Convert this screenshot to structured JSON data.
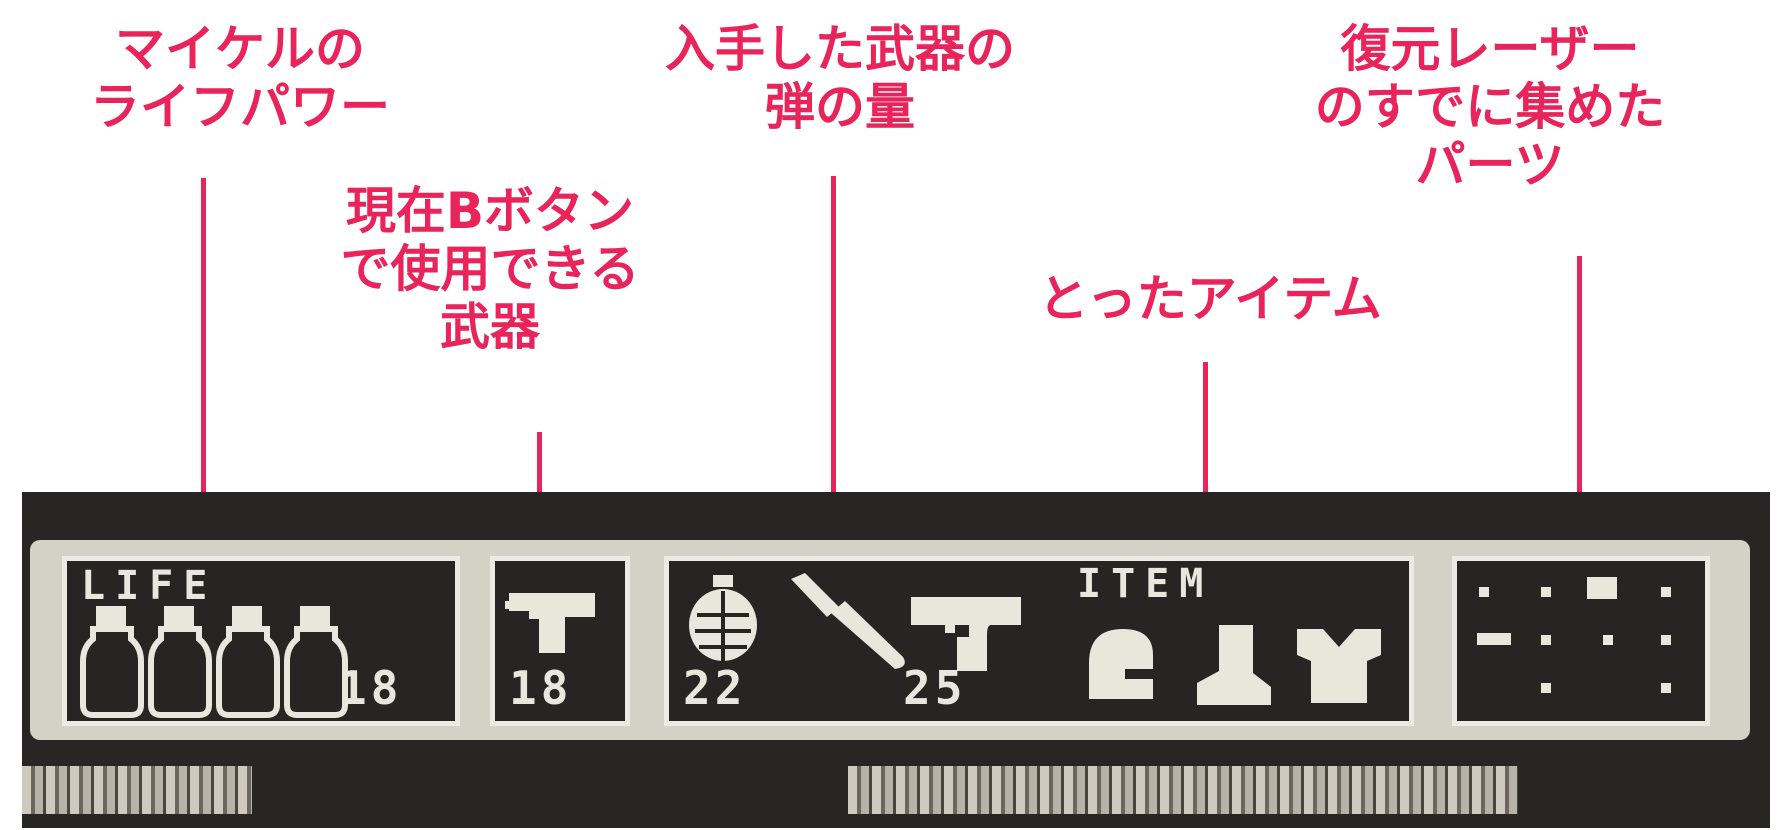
{
  "annotations": {
    "life_power": [
      "マイケルの",
      "ライフパワー"
    ],
    "b_weapon": [
      "現在Bボタン",
      "で使用できる",
      "武器"
    ],
    "ammo": [
      "入手した武器の",
      "弾の量"
    ],
    "items": [
      "とったアイテム"
    ],
    "laser_parts": [
      "復元レーザー",
      "のすでに集めた",
      "パーツ"
    ]
  },
  "hud": {
    "life_label": "LIFE",
    "life_bottles": 4,
    "life_value": "18",
    "b_weapon_ammo": "18",
    "grenade_ammo": "22",
    "gun_ammo": "25",
    "item_label": "ITEM"
  },
  "colors": {
    "annotation": "#e8245a",
    "hud_bg": "#2a2525",
    "hud_fg": "#e9e6dc"
  }
}
